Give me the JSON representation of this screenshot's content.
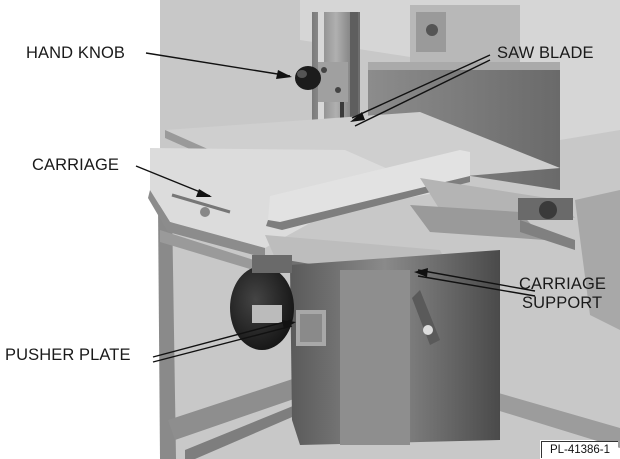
{
  "labels": {
    "hand_knob": "HAND KNOB",
    "saw_blade": "SAW BLADE",
    "carriage": "CARRIAGE",
    "carriage_support_line1": "CARRIAGE",
    "carriage_support_line2": "SUPPORT",
    "pusher_plate": "PUSHER PLATE"
  },
  "figure_id": "PL-41386-1"
}
